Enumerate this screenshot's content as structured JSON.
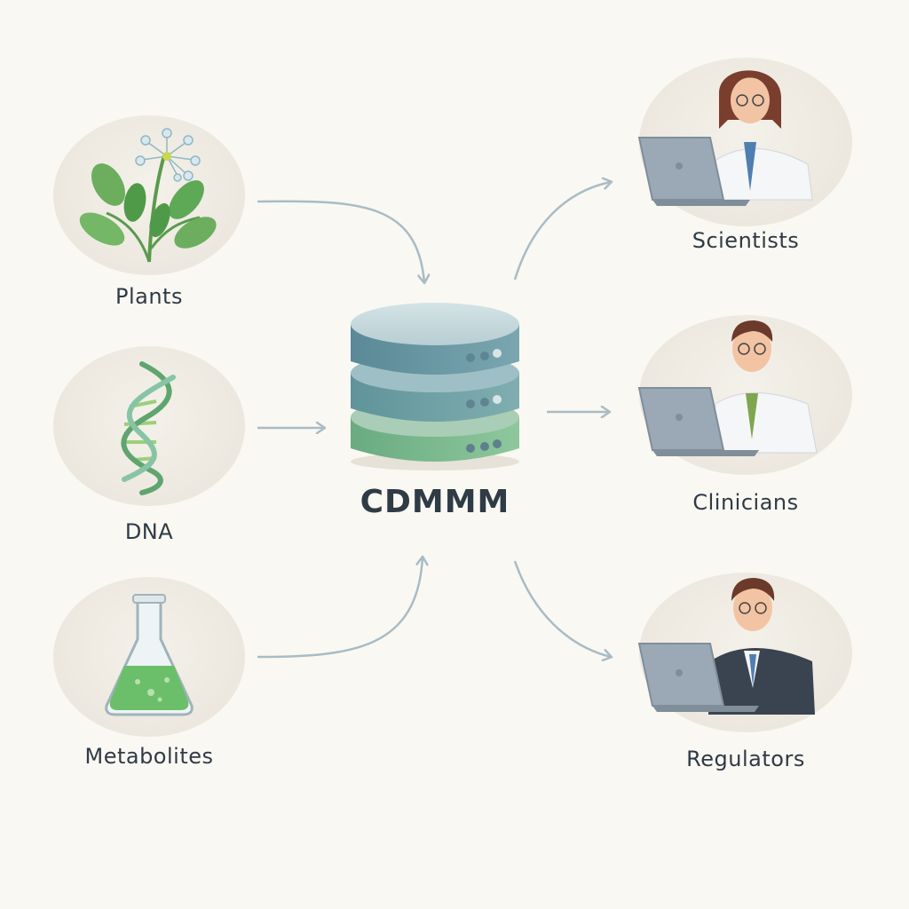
{
  "hub": {
    "label": "CDMMM",
    "icon": "database-icon"
  },
  "inputs": [
    {
      "label": "Plants",
      "icon": "plant-icon"
    },
    {
      "label": "DNA",
      "icon": "dna-icon"
    },
    {
      "label": "Metabolites",
      "icon": "flask-icon"
    }
  ],
  "outputs": [
    {
      "label": "Scientists",
      "icon": "scientist-icon"
    },
    {
      "label": "Clinicians",
      "icon": "clinician-icon"
    },
    {
      "label": "Regulators",
      "icon": "regulator-icon"
    }
  ],
  "colors": {
    "background": "#faf8f3",
    "text": "#2f3b45",
    "arrow": "#a9bcc4",
    "db_top": "#5f8e9a",
    "db_bottom": "#7fb98f",
    "leaf": "#62a65a"
  }
}
